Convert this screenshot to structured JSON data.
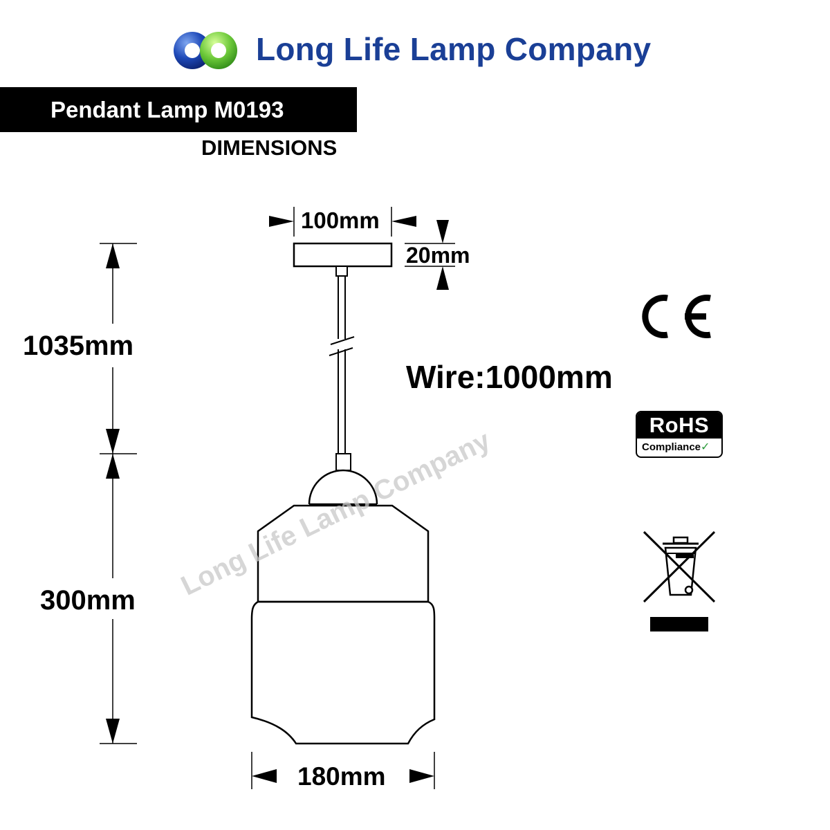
{
  "header": {
    "logo_icon": "overlapping-blue-green-circles-icon",
    "company_name": "Long Life Lamp Company",
    "brand_blue": "#1a3f96",
    "brand_green": "#6dc93a"
  },
  "title_bar": {
    "product_title": "Pendant Lamp M0193",
    "section_label": "DIMENSIONS"
  },
  "dimensions": {
    "canopy_width": "100mm",
    "canopy_height": "20mm",
    "total_height": "1035mm",
    "shade_height": "300mm",
    "shade_width": "180mm",
    "wire_length": "Wire:1000mm"
  },
  "watermark": "Long Life Lamp Company",
  "certifications": {
    "ce_mark": "CE",
    "rohs": {
      "title": "RoHS",
      "subtitle": "Compliance",
      "check_icon": "checkmark-icon"
    },
    "weee_icon": "crossed-out-wheelie-bin-icon"
  }
}
